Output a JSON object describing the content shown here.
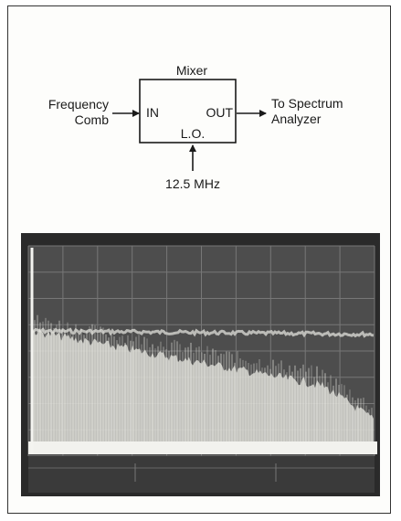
{
  "diagram": {
    "block_title": "Mixer",
    "input_label_line1": "Frequency",
    "input_label_line2": "Comb",
    "output_label_line1": "To Spectrum",
    "output_label_line2": "Analyzer",
    "port_in": "IN",
    "port_out": "OUT",
    "port_lo": "L.O.",
    "lo_frequency": "12.5 MHz"
  },
  "oscillograph": {
    "graticule_columns": 10,
    "graticule_rows": 8
  },
  "colors": {
    "ink": "#1a1a1a",
    "screen_background": "#2a2a2a",
    "trace": "#e6e6e0"
  }
}
